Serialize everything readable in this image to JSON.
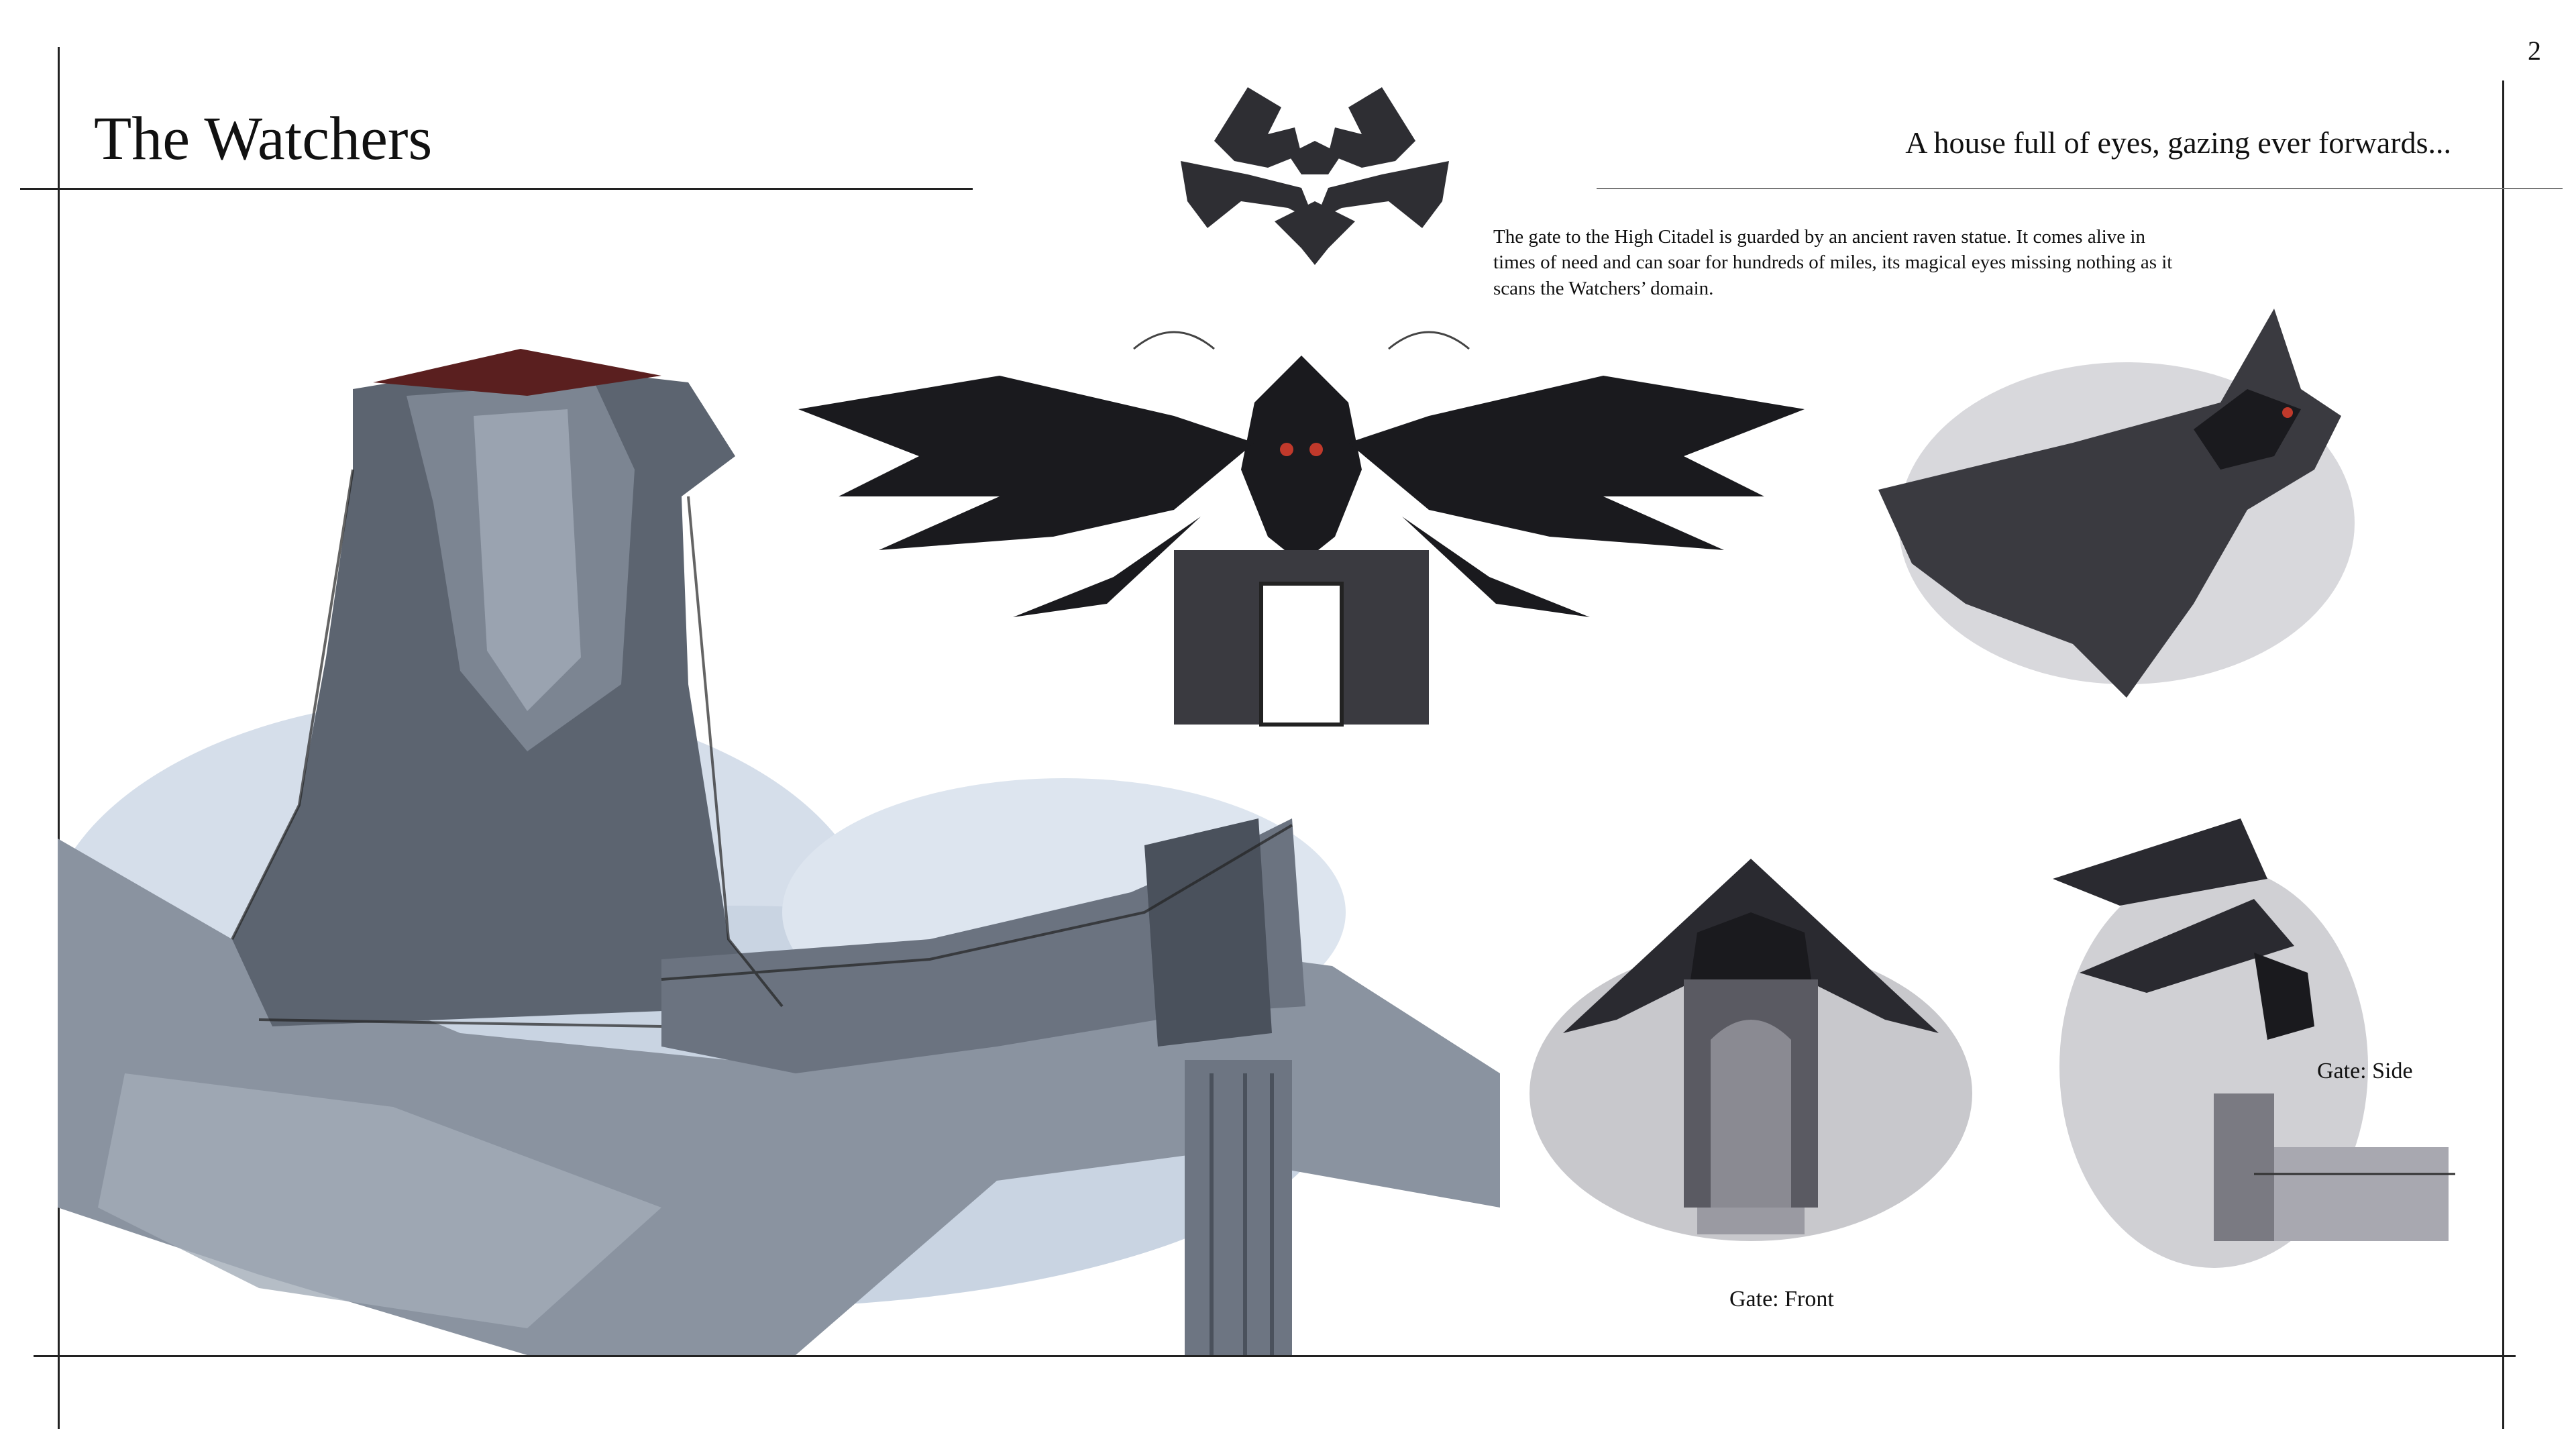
{
  "page": {
    "number": "2",
    "title": "The Watchers",
    "tagline": "A house full of eyes, gazing ever forwards...",
    "description": "The gate to the High Citadel is guarded by an ancient raven statue. It comes alive in times of need and can soar for hundreds of miles, its magical eyes missing nothing as it scans the Watchers’ domain."
  },
  "captions": {
    "gate_front": "Gate: Front",
    "gate_side": "Gate: Side"
  },
  "colors": {
    "ink": "#111111",
    "stone": "#5c6470",
    "mist": "#c9d4e2",
    "raven": "#1a1a1e",
    "eye": "#c0392b",
    "roof": "#5a1f1f"
  },
  "icons": {
    "emblem": "watchers-emblem-icon"
  }
}
